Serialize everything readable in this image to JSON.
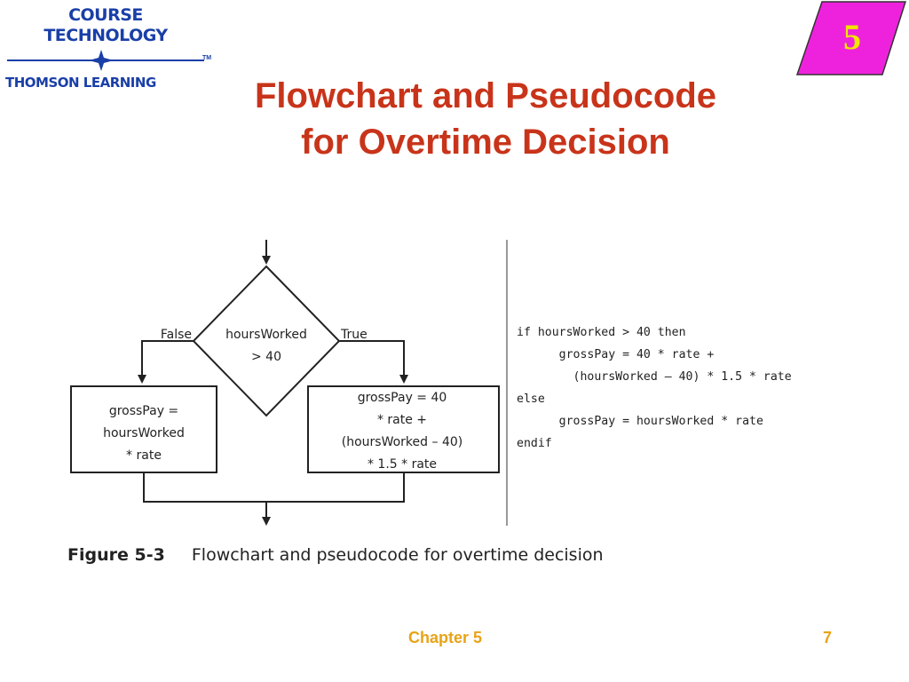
{
  "logo": {
    "line1": "COURSE",
    "line2": "TECHNOLOGY",
    "line3": "THOMSON LEARNING",
    "tm": "TM"
  },
  "badge": {
    "number": "5",
    "fill": "#ee22dd"
  },
  "title": {
    "line1": "Flowchart and Pseudocode",
    "line2": "for Overtime Decision",
    "color": "#c8341a"
  },
  "flowchart": {
    "decision": {
      "line1": "hoursWorked",
      "line2": "> 40"
    },
    "false_label": "False",
    "true_label": "True",
    "left_box": [
      "grossPay =",
      "hoursWorked",
      "* rate"
    ],
    "right_box": [
      "grossPay = 40",
      "* rate +",
      "(hoursWorked – 40)",
      "* 1.5 * rate"
    ]
  },
  "pseudocode": [
    "if hoursWorked > 40 then",
    "      grossPay = 40 * rate +",
    "        (hoursWorked – 40) * 1.5 * rate",
    "else",
    "      grossPay = hoursWorked * rate",
    "endif"
  ],
  "caption": {
    "figure_number": "Figure 5-3",
    "text": "Flowchart and pseudocode for overtime decision"
  },
  "footer": {
    "chapter": "Chapter 5",
    "page": "7",
    "color": "#e8a317"
  }
}
